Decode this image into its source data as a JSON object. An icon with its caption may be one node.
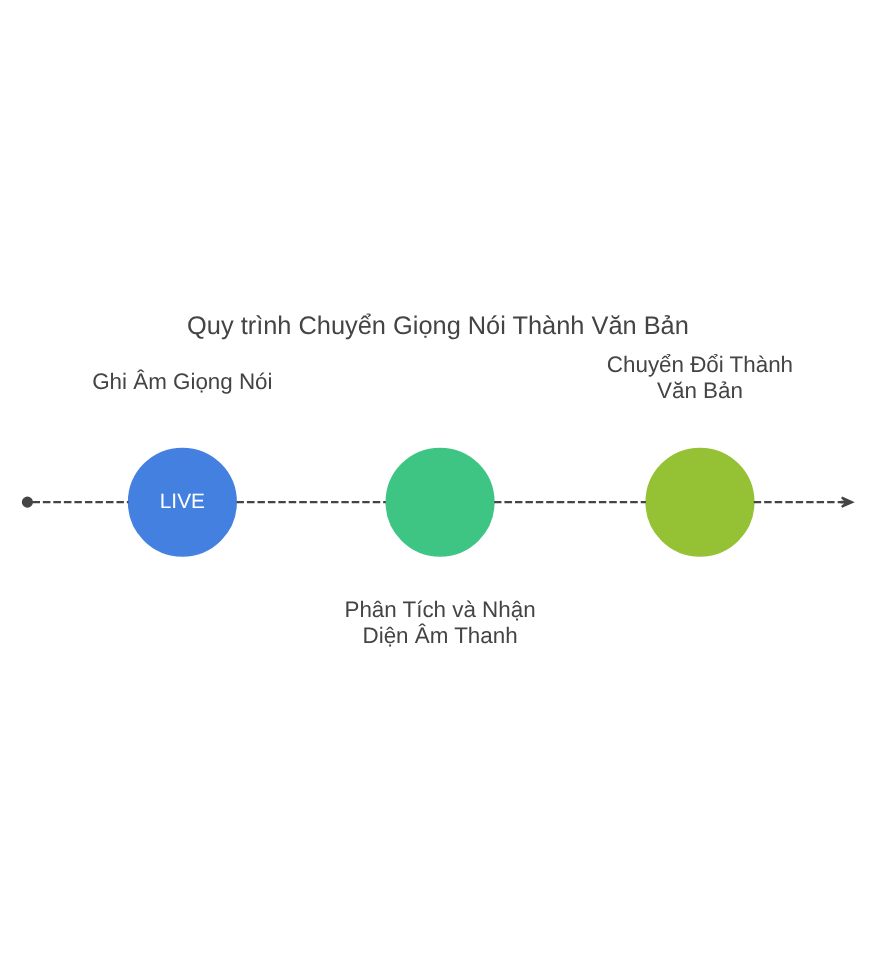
{
  "diagram": {
    "title": "Quy trình Chuyển Giọng Nói Thành Văn Bản",
    "nodes": [
      {
        "text": [],
        "shape": "dot"
      },
      {
        "text": [
          "LIVE"
        ],
        "beside": [
          "Ghi Âm Giọng Nói"
        ]
      },
      {
        "text": [],
        "shape": "circle",
        "beside": [
          "Phân Tích và Nhận Diện Âm Thanh"
        ]
      },
      {
        "text": [],
        "shape": "circle",
        "beside": [
          "Chuyển Đổi Thành Văn Bản"
        ]
      }
    ],
    "edges": [
      {
        "from": 0,
        "to": 1,
        "arrow": "none",
        "style": "dashed"
      },
      {
        "from": 1,
        "to": 2,
        "arrow": "none",
        "style": "dashed"
      },
      {
        "from": 2,
        "to": 3,
        "arrow": "none",
        "style": "dashed"
      },
      {
        "from": 3,
        "to": null,
        "arrow": "to",
        "style": "dashed"
      }
    ]
  }
}
